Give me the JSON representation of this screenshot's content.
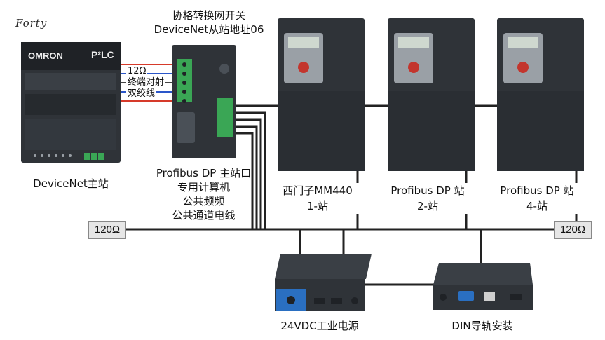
{
  "watermark": "Forty",
  "gateway": {
    "title_line1": "协格转换网开关",
    "title_line2": "DeviceNet从站地址06"
  },
  "plc": {
    "brand": "OMRON",
    "model": "P²LC",
    "caption": "DeviceNet主站"
  },
  "wire_notes": {
    "line1": "12Ω",
    "line2": "终端对射",
    "line3": "双绞线"
  },
  "master_caption": {
    "line1": "Profibus DP 主站口",
    "line2": "专用计算机",
    "line3": "公共频频",
    "line4": "公共通道电线"
  },
  "drives": [
    {
      "line1": "西门子MM440",
      "line2": "1-站"
    },
    {
      "line1": "Profibus DP 站",
      "line2": "2-站"
    },
    {
      "line1": "Profibus DP 站",
      "line2": "4-站"
    }
  ],
  "terminators": {
    "left": "120Ω",
    "right": "120Ω"
  },
  "power_supply": {
    "caption": "24VDC工业电源"
  },
  "din_device": {
    "caption": "DIN导轨安装"
  },
  "colors": {
    "device_body": "#2f3338",
    "device_dark": "#1f2226",
    "bus_line": "#222222",
    "wire_red": "#d63a2a",
    "wire_blue": "#2a56c9",
    "terminal_green": "#3aa655",
    "keypad_red": "#c3352d",
    "ps_panel_blue": "#2a6fc1"
  },
  "icons": [
    "omron-logo",
    "vga-port-icon",
    "rj45-port-icon",
    "hdmi-port-icon",
    "dc-jack-icon"
  ]
}
